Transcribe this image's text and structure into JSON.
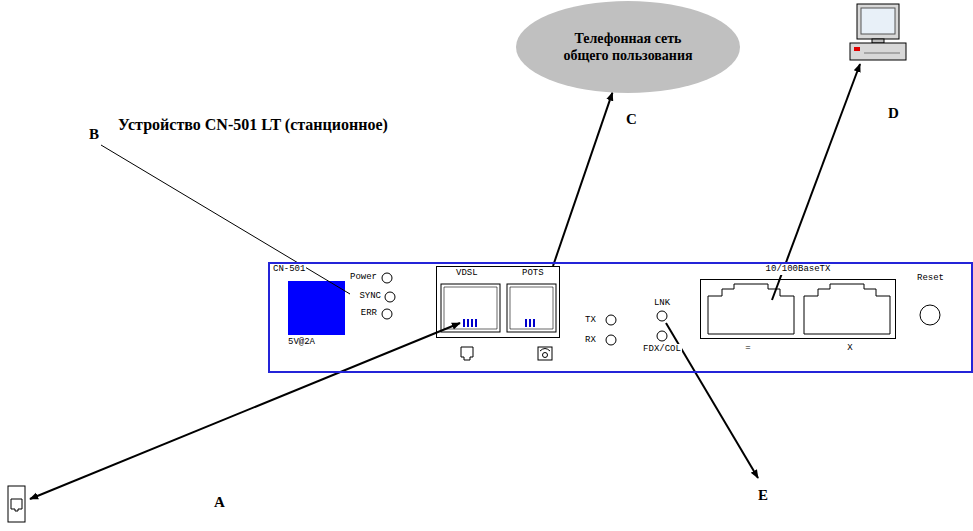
{
  "diagram": {
    "title": "Устройство CN-501 LT (станционное)",
    "nodes": [
      {
        "text": [
          "Телефонная сеть общего пользования"
        ]
      },
      {
        "text": [
          "CN-501",
          "5V@2A",
          "Power",
          "SYNC",
          "ERR",
          "TX",
          "RX",
          "LNK",
          "FDX/COL",
          "Reset"
        ]
      },
      {
        "text": [
          "VDSL",
          "POTS"
        ],
        "in": 1
      },
      {
        "text": [
          "10/100BaseTX",
          "=",
          "X"
        ],
        "in": 1
      }
    ],
    "edges": [
      {
        "from": 2,
        "to": 0,
        "arrow": "to"
      }
    ],
    "labels": [
      "A",
      "B",
      "C",
      "D",
      "E"
    ]
  }
}
